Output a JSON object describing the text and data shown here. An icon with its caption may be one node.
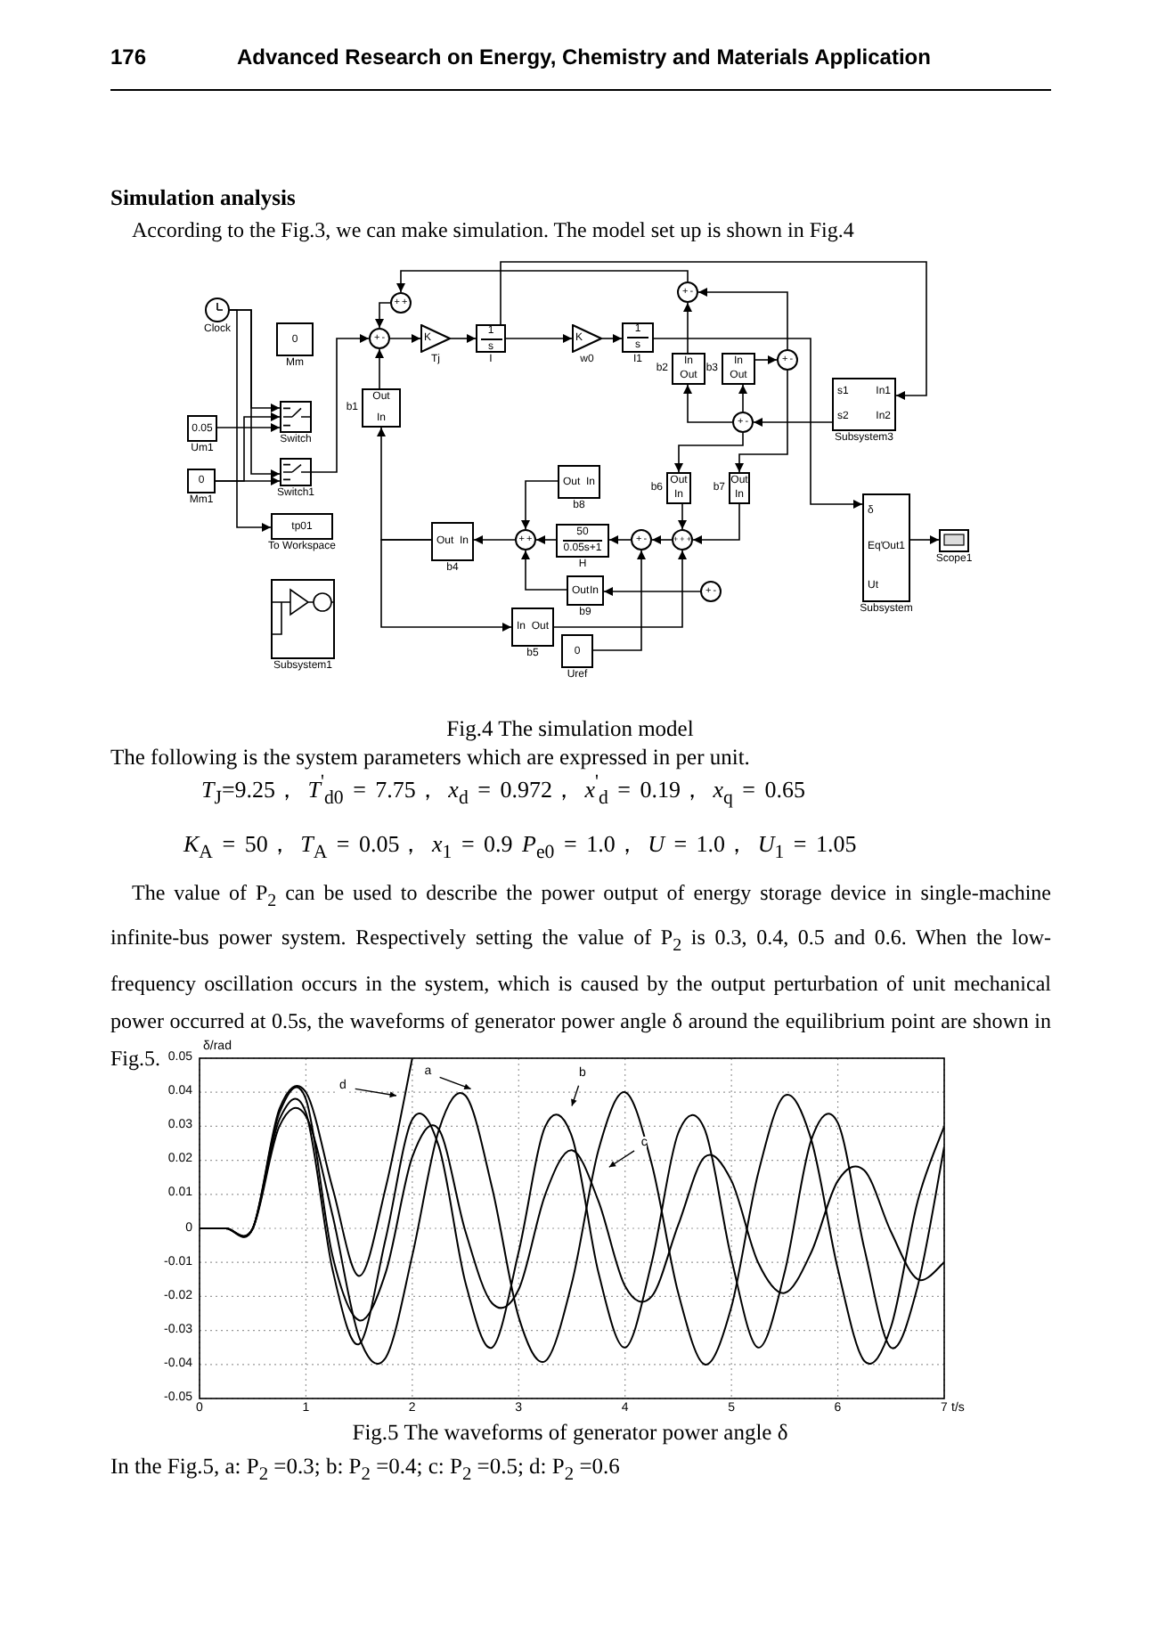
{
  "diagram": {
    "caption": "Fig.4 The simulation model",
    "nodes": [
      {
        "text": [],
        "shape": "circle",
        "beside": [
          "Clock"
        ]
      },
      {
        "text": [
          "0"
        ],
        "beside": [
          "Mm"
        ]
      },
      {
        "text": [
          "0.05"
        ],
        "beside": [
          "Um1"
        ]
      },
      {
        "text": [
          "0"
        ],
        "beside": [
          "Mm1"
        ]
      },
      {
        "text": [],
        "shape": "box",
        "beside": [
          "Switch"
        ]
      },
      {
        "text": [],
        "shape": "box",
        "beside": [
          "Switch1"
        ]
      },
      {
        "text": [
          "tp01"
        ],
        "beside": [
          "To Workspace"
        ]
      },
      {
        "text": [],
        "shape": "box",
        "beside": [
          "Subsystem1"
        ]
      },
      {
        "text": [
          "+",
          "+"
        ]
      },
      {
        "text": [
          "+",
          "-"
        ]
      },
      {
        "text": [
          "K"
        ],
        "beside": [
          "Tj"
        ]
      },
      {
        "text": [
          "1",
          "s"
        ],
        "beside": [
          "I"
        ]
      },
      {
        "text": [
          "K"
        ],
        "beside": [
          "w0"
        ]
      },
      {
        "text": [
          "1",
          "s"
        ],
        "beside": [
          "I1"
        ]
      },
      {
        "text": [
          "Out",
          "In"
        ],
        "beside": [
          "b1"
        ]
      },
      {
        "text": [
          "In",
          "Out"
        ],
        "beside": [
          "b2"
        ]
      },
      {
        "text": [
          "In",
          "Out"
        ],
        "beside": [
          "b3"
        ]
      },
      {
        "text": [
          "+",
          "-"
        ]
      },
      {
        "text": [
          "+",
          "-"
        ]
      },
      {
        "text": [
          "+",
          "-"
        ]
      },
      {
        "text": [
          "s1",
          "In1",
          "s2",
          "In2"
        ],
        "beside": [
          "Subsystem3"
        ]
      },
      {
        "text": [
          "δ",
          "Eq'",
          "Ut",
          "Out1"
        ],
        "beside": [
          "Subsystem"
        ]
      },
      {
        "text": [],
        "shape": "box",
        "beside": [
          "Scope1"
        ]
      },
      {
        "text": [
          "Out",
          "In"
        ],
        "beside": [
          "b8"
        ]
      },
      {
        "text": [
          "Out",
          "In"
        ],
        "beside": [
          "b6"
        ]
      },
      {
        "text": [
          "Out",
          "In"
        ],
        "beside": [
          "b7"
        ]
      },
      {
        "text": [
          "Out",
          "In"
        ],
        "beside": [
          "b4"
        ]
      },
      {
        "text": [
          "+",
          "+"
        ]
      },
      {
        "text": [
          "50",
          "0.05s+1"
        ],
        "beside": [
          "H"
        ]
      },
      {
        "text": [
          "+",
          "-"
        ]
      },
      {
        "text": [
          "+",
          "+",
          "+"
        ]
      },
      {
        "text": [
          "Out",
          "In"
        ],
        "beside": [
          "b9"
        ]
      },
      {
        "text": [
          "+",
          "-"
        ]
      },
      {
        "text": [
          "In",
          "Out"
        ],
        "beside": [
          "b5"
        ]
      },
      {
        "text": [
          "0"
        ],
        "beside": [
          "Uref"
        ]
      }
    ],
    "edges": [
      {
        "from": 0,
        "to": 4,
        "arrow": "to"
      },
      {
        "from": 0,
        "to": 5,
        "arrow": "to"
      },
      {
        "from": 0,
        "to": 6,
        "arrow": "to"
      },
      {
        "from": 2,
        "to": 4,
        "arrow": "to"
      },
      {
        "from": 3,
        "to": 5,
        "arrow": "to"
      },
      {
        "from": 3,
        "to": 4,
        "arrow": "to"
      },
      {
        "from": 5,
        "to": 9,
        "arrow": "to"
      },
      {
        "from": 9,
        "to": 10,
        "arrow": "to"
      },
      {
        "from": 10,
        "to": 11,
        "arrow": "to"
      },
      {
        "from": 11,
        "to": 12,
        "arrow": "to"
      },
      {
        "from": 12,
        "to": 13,
        "arrow": "to"
      },
      {
        "from": 8,
        "to": 9,
        "arrow": "to"
      },
      {
        "from": 14,
        "to": 9,
        "arrow": "to"
      },
      {
        "from": 13,
        "to": 21,
        "arrow": "to"
      },
      {
        "from": 15,
        "to": 17,
        "arrow": "to"
      },
      {
        "from": 17,
        "to": 8,
        "arrow": "to"
      },
      {
        "from": 16,
        "to": 18,
        "arrow": "to"
      },
      {
        "from": 18,
        "to": 17,
        "arrow": "to"
      },
      {
        "from": 19,
        "to": 16,
        "arrow": "to"
      },
      {
        "from": 19,
        "to": 15,
        "arrow": "to"
      },
      {
        "from": 20,
        "to": 19,
        "arrow": "to"
      },
      {
        "from": 11,
        "to": 20,
        "arrow": "to"
      },
      {
        "from": 21,
        "to": 22,
        "arrow": "to"
      },
      {
        "from": 24,
        "to": 30,
        "arrow": "to"
      },
      {
        "from": 25,
        "to": 30,
        "arrow": "to"
      },
      {
        "from": 30,
        "to": 29,
        "arrow": "to"
      },
      {
        "from": 29,
        "to": 28,
        "arrow": "to"
      },
      {
        "from": 28,
        "to": 27,
        "arrow": "to"
      },
      {
        "from": 27,
        "to": 26,
        "arrow": "to"
      },
      {
        "from": 26,
        "to": 14,
        "arrow": "to"
      },
      {
        "from": 26,
        "to": 33,
        "arrow": "to"
      },
      {
        "from": 23,
        "to": 27,
        "arrow": "to"
      },
      {
        "from": 31,
        "to": 27,
        "arrow": "to"
      },
      {
        "from": 33,
        "to": 30,
        "arrow": "to"
      },
      {
        "from": 34,
        "to": 29,
        "arrow": "to"
      },
      {
        "from": 32,
        "to": 31,
        "arrow": "to"
      },
      {
        "from": 18,
        "to": 25,
        "arrow": "to"
      },
      {
        "from": 19,
        "to": 24,
        "arrow": "to"
      }
    ],
    "labels": [
      "176",
      "Advanced Research on Energy, Chemistry and Materials Application",
      "Simulation analysis",
      "According to the Fig.3, we can make simulation. The model set up is shown in Fig.4",
      "The following is the system parameters which are expressed in per unit.",
      "*T*$_{J}$=9.25， *T*$^{'}$$_{d0}$ = 7.75， *x*$_{d}$ = 0.972， *x*$^{'}$$_{d}$ = 0.19， *x*$_{q}$ = 0.65",
      "*K*$_{A}$ = 50， *T*$_{A}$ = 0.05， *x*$_{1}$ = 0.9  *P*$_{e0}$ = 1.0， *U* = 1.0， *U*$_{1}$ = 1.05",
      "The value of P$_{2}$ can be used to describe the power output of energy storage device in single-machine infinite-bus power system. Respectively setting the value of P$_{2}$ is 0.3, 0.4, 0.5 and 0.6. When the low-frequency oscillation occurs in the system, which is caused by the output perturbation of unit mechanical power occurred at 0.5s, the waveforms of generator power angle δ around the equilibrium point are shown in Fig.5.",
      "Fig.5 The waveforms of generator power angle δ",
      "In the Fig.5, a: P$_{2}$ =0.3; b: P$_{2}$ =0.4; c: P$_{2}$ =0.5; d: P$_{2}$ =0.6"
    ],
    "chart_data": {
      "type": "line",
      "xlabel": "t/s",
      "ylabel": "δ/rad",
      "x": [
        0,
        0.25,
        0.5,
        0.75,
        1,
        1.25,
        1.5,
        1.75,
        2,
        2.25,
        2.5,
        2.75,
        3,
        3.25,
        3.5,
        3.75,
        4,
        4.25,
        4.5,
        4.75,
        5,
        5.25,
        5.5,
        5.75,
        6,
        6.25,
        6.5,
        6.75,
        7
      ],
      "series": [
        {
          "color": "#000000",
          "values": [
            0,
            0,
            0,
            0.03,
            0.033,
            0.004,
            -0.032,
            -0.038,
            -0.008,
            0.029,
            0.039,
            0.012,
            -0.026,
            -0.039,
            -0.016,
            0.023,
            0.04,
            0.019,
            -0.019,
            -0.04,
            -0.023,
            0.016,
            0.039,
            0.026,
            -0.012,
            -0.039,
            -0.029,
            0.008,
            0.03
          ]
        },
        {
          "color": "#000000",
          "values": [
            0,
            0,
            0,
            0.032,
            0.034,
            -0.012,
            -0.034,
            -0.003,
            0.032,
            0.024,
            -0.016,
            -0.035,
            -0.007,
            0.03,
            0.027,
            -0.013,
            -0.035,
            -0.01,
            0.028,
            0.029,
            -0.009,
            -0.035,
            -0.013,
            0.026,
            0.031,
            -0.006,
            -0.035,
            -0.017,
            0.024
          ]
        },
        {
          "color": "#000000",
          "values": [
            0,
            0,
            0,
            0.034,
            0.038,
            -0.008,
            -0.027,
            -0.013,
            0.021,
            0.029,
            -0.001,
            -0.022,
            -0.018,
            0.01,
            0.023,
            0.008,
            -0.017,
            -0.02,
            0.001,
            0.021,
            0.014,
            -0.01,
            -0.019,
            -0.007,
            0.014,
            0.017,
            -0.001,
            -0.015,
            -0.01
          ]
        },
        {
          "color": "#000000",
          "values": [
            0,
            0,
            0,
            0.035,
            0.04,
            0.012,
            -0.014,
            0.012,
            0.05,
            null,
            null,
            null,
            null,
            null,
            null,
            null,
            null,
            null,
            null,
            null,
            null,
            null,
            null,
            null,
            null,
            null,
            null,
            null,
            null
          ]
        }
      ],
      "xlim": [
        0,
        7
      ],
      "ylim": [
        -0.05,
        0.05
      ],
      "grid": true,
      "xticks": [
        0,
        1,
        2,
        3,
        4,
        5,
        6,
        7
      ],
      "yticks": [
        -0.05,
        -0.04,
        -0.03,
        -0.02,
        -0.01,
        0,
        0.01,
        0.02,
        0.03,
        0.04,
        0.05
      ],
      "annotations": [
        {
          "text": "d",
          "x": 1.85,
          "y": 0.039
        },
        {
          "text": "a",
          "x": 2.55,
          "y": 0.041
        },
        {
          "text": "b",
          "x": 3.5,
          "y": 0.036
        },
        {
          "text": "c",
          "x": 3.85,
          "y": 0.018
        }
      ]
    }
  }
}
